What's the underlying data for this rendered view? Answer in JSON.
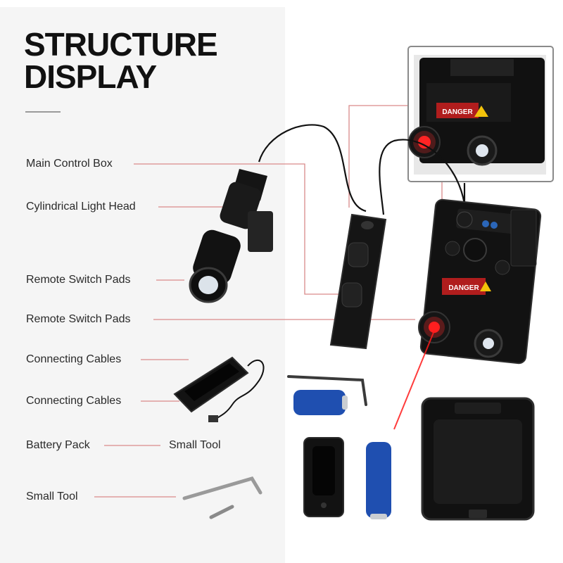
{
  "title": {
    "line1": "STRUCTURE",
    "line2": "DISPLAY"
  },
  "labels": {
    "main_control_box": "Main Control Box",
    "cylindrical_light_head": "Cylindrical Light Head",
    "remote_switch_pads_1": "Remote Switch Pads",
    "remote_switch_pads_2": "Remote Switch Pads",
    "connecting_cables_1": "Connecting Cables",
    "connecting_cables_2": "Connecting Cables",
    "battery_pack": "Battery Pack",
    "small_tool_mid": "Small Tool",
    "small_tool": "Small Tool"
  },
  "device_label_text": "DANGER",
  "colors": {
    "accent_line": "#d98a8a",
    "laser": "#ff1a1a",
    "device": "#141414",
    "battery": "#1f4fb0"
  }
}
